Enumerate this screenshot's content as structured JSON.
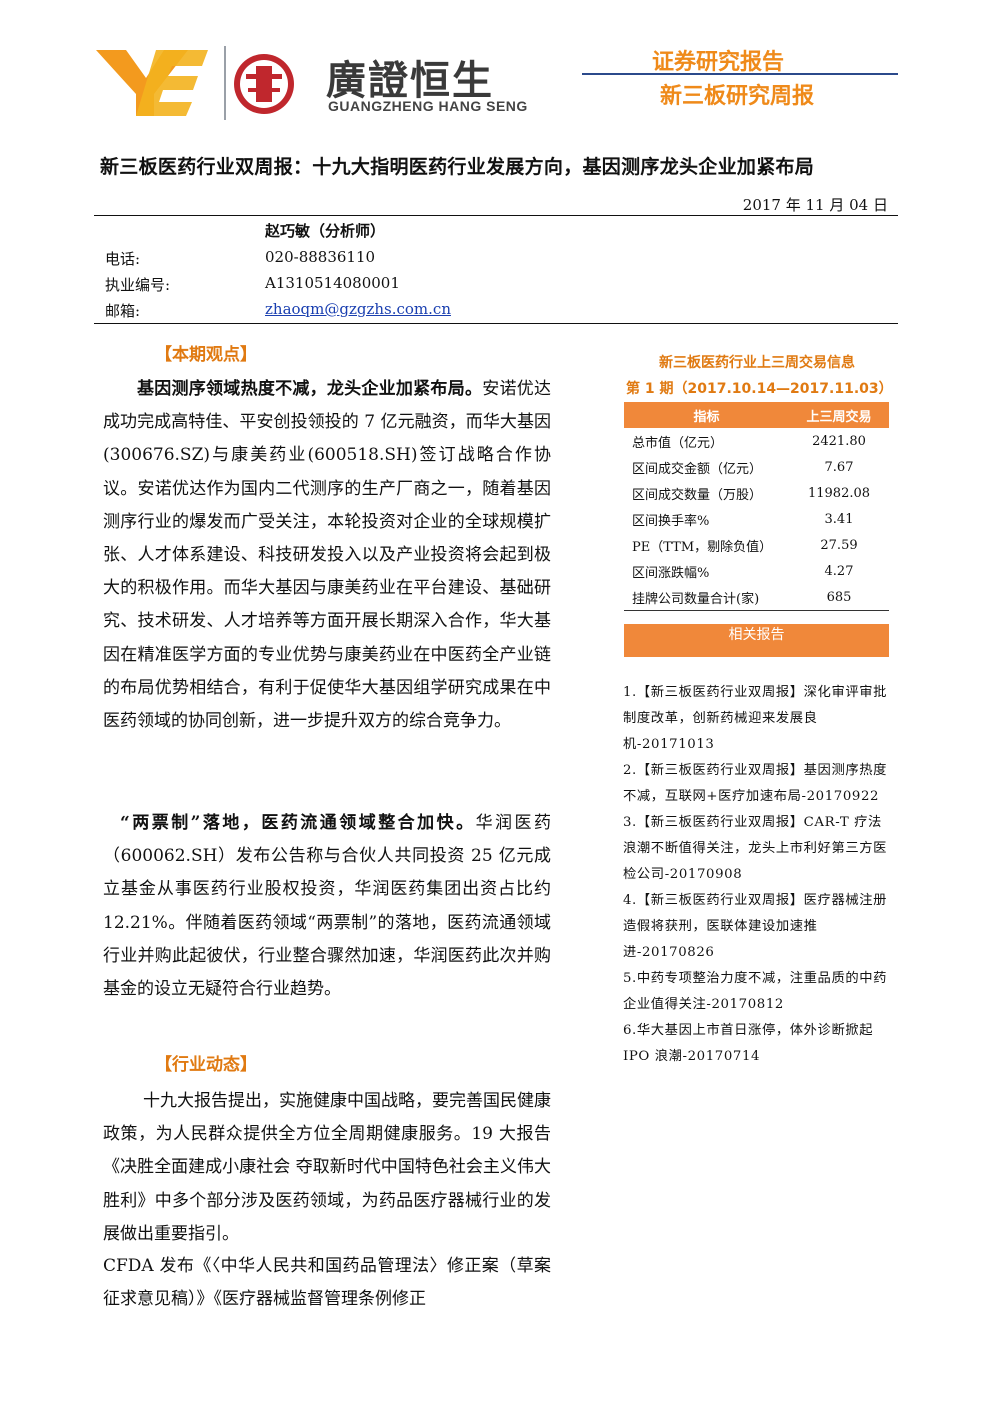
{
  "header": {
    "logo_text_cn": "廣證恒生",
    "logo_text_en": "GUANGZHENG HANG SENG",
    "logo_icon": "ye-brand-logo",
    "seal_icon": "bank-seal-icon",
    "report_type": "证券研究报告",
    "report_series": "新三板研究周报",
    "accent_color": "#ef8a1a",
    "rule_color": "#2b4a8b"
  },
  "title": "新三板医药行业双周报：十九大指明医药行业发展方向，基因测序龙头企业加紧布局",
  "date": "2017 年 11 月 04 日",
  "analyst": {
    "name": "赵巧敏（分析师）",
    "rows": [
      {
        "label": "电话:",
        "value": "020-88836110"
      },
      {
        "label": "执业编号:",
        "value": "A1310514080001"
      },
      {
        "label": "邮箱:",
        "value": "zhaoqm@gzgzhs.com.cn"
      }
    ]
  },
  "views": {
    "heading": "【本期观点】",
    "p1_bold": "基因测序领域热度不减，龙头企业加紧布局。",
    "p1_text": "安诺优达成功完成高特佳、平安创投领投的 7 亿元融资，而华大基因(300676.SZ)与康美药业(600518.SH)签订战略合作协议。安诺优达作为国内二代测序的生产厂商之一，随着基因测序行业的爆发而广受关注，本轮投资对企业的全球规模扩张、人才体系建设、科技研发投入以及产业投资将会起到极大的积极作用。而华大基因与康美药业在平台建设、基础研究、技术研发、人才培养等方面开展长期深入合作，华大基因在精准医学方面的专业优势与康美药业在中医药全产业链的布局优势相结合，有利于促使华大基因组学研究成果在中医药领域的协同创新，进一步提升双方的综合竞争力。",
    "p2_bold": "“两票制”落地，医药流通领域整合加快。",
    "p2_text": "华润医药（600062.SH）发布公告称与合伙人共同投资 25 亿元成立基金从事医药行业股权投资，华润医药集团出资占比约 12.21%。伴随着医药领域“两票制”的落地，医药流通领域行业并购此起彼伏，行业整合骤然加速，华润医药此次并购基金的设立无疑符合行业趋势。"
  },
  "industry": {
    "heading": "【行业动态】",
    "p1": "十九大报告提出，实施健康中国战略，要完善国民健康政策，为人民群众提供全方位全周期健康服务。19 大报告《决胜全面建成小康社会 夺取新时代中国特色社会主义伟大胜利》中多个部分涉及医药领域，为药品医疗器械行业的发展做出重要指引。",
    "p2": "CFDA 发布《〈中华人民共和国药品管理法〉修正案（草案征求意见稿）》《医疗器械监督管理条例修正"
  },
  "side_table": {
    "title_line1": "新三板医药行业上三周交易信息",
    "title_line2": "第 1 期（2017.10.14—2017.11.03）",
    "col_metric": "指标",
    "col_value": "上三周交易",
    "rows": [
      {
        "metric": "总市值（亿元）",
        "value": "2421.80"
      },
      {
        "metric": "区间成交金额（亿元）",
        "value": "7.67"
      },
      {
        "metric": "区间成交数量（万股）",
        "value": "11982.08"
      },
      {
        "metric": "区间换手率%",
        "value": "3.41"
      },
      {
        "metric": "PE（TTM，剔除负值）",
        "value": "27.59"
      },
      {
        "metric": "区间涨跌幅%",
        "value": "4.27"
      },
      {
        "metric": "挂牌公司数量合计(家)",
        "value": "685"
      }
    ]
  },
  "related": {
    "heading": "相关报告",
    "items": [
      "1.【新三板医药行业双周报】深化审评审批制度改革，创新药械迎来发展良机-20171013",
      "2.【新三板医药行业双周报】基因测序热度不减，互联网+医疗加速布局-20170922",
      "3.【新三板医药行业双周报】CAR-T 疗法浪潮不断值得关注，龙头上市利好第三方医检公司-20170908",
      "4.【新三板医药行业双周报】医疗器械注册造假将获刑，医联体建设加速推进-20170826",
      "5.中药专项整治力度不减，注重品质的中药企业值得关注-20170812",
      "6.华大基因上市首日涨停，体外诊断掀起 IPO 浪潮-20170714"
    ]
  }
}
